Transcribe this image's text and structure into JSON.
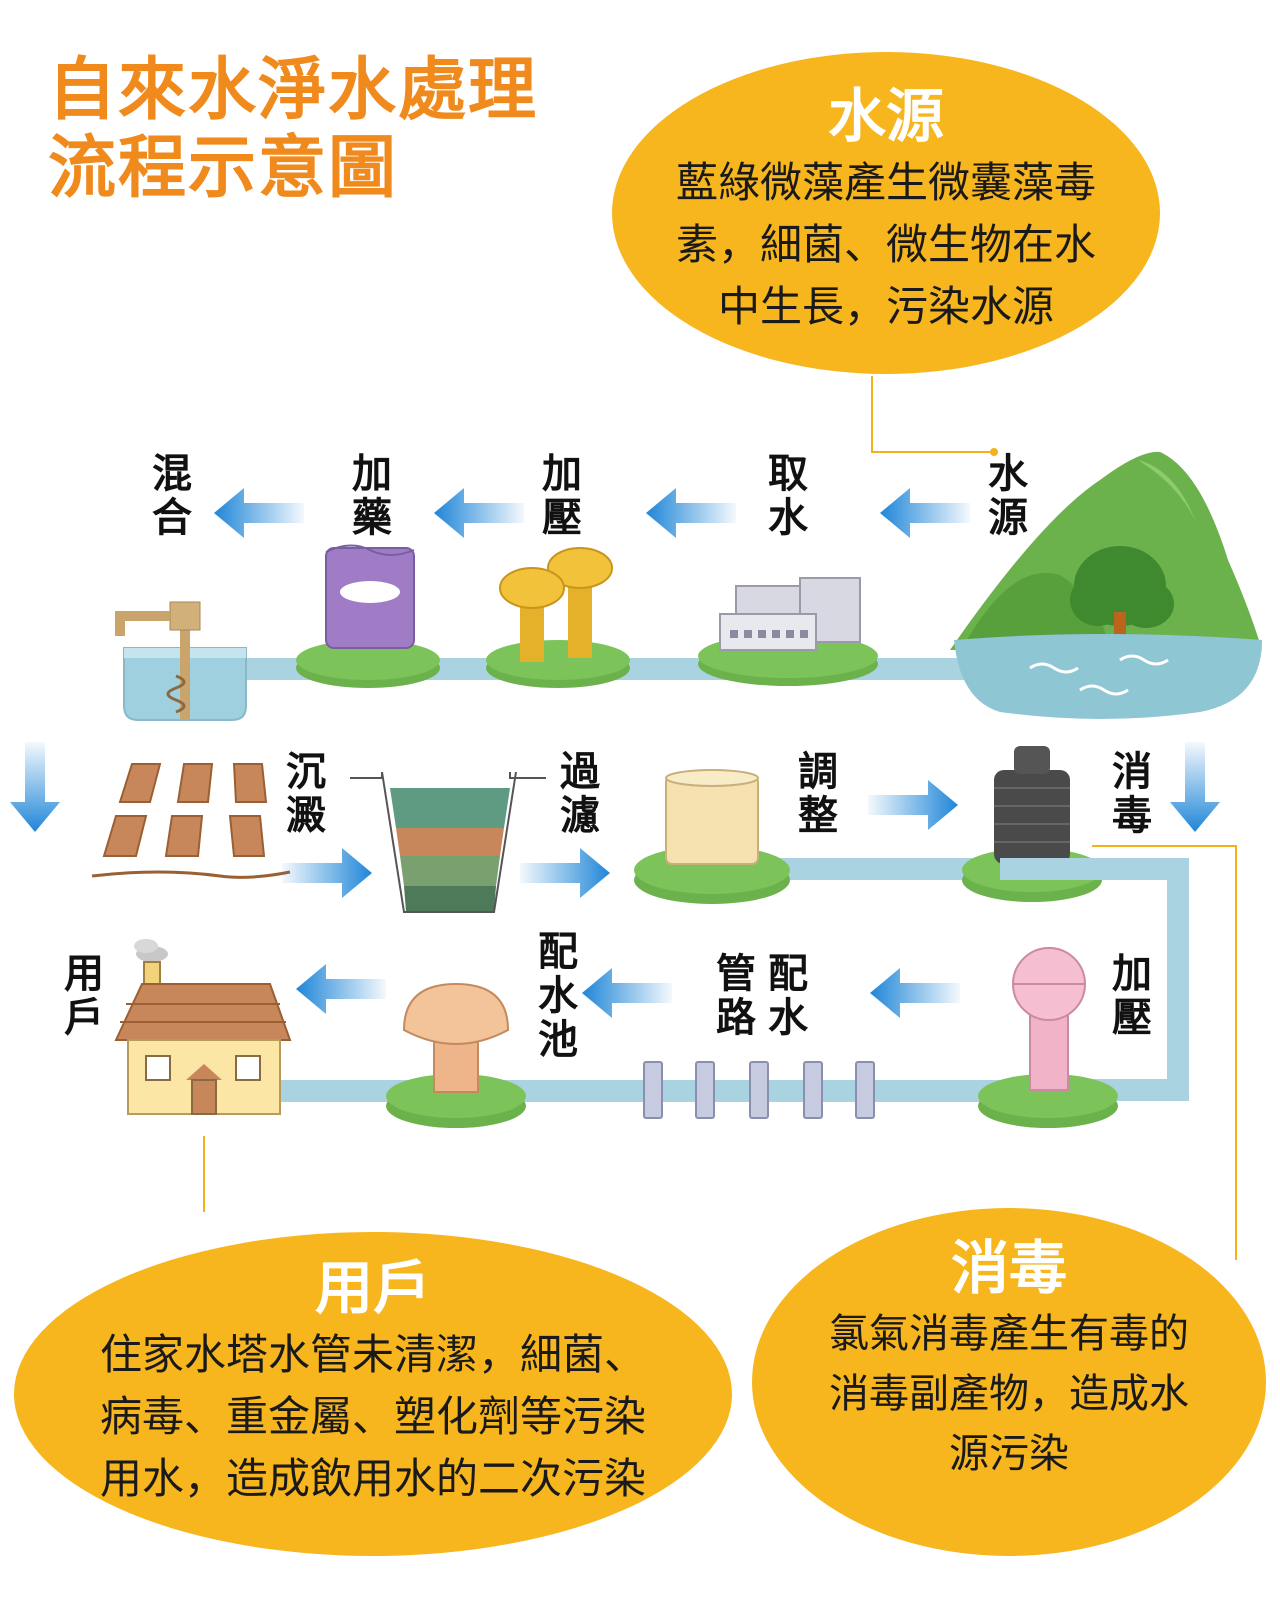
{
  "title": {
    "line1": "自來水淨水處理",
    "line2": "流程示意圖"
  },
  "bubbles": {
    "source": {
      "heading": "水源",
      "lines": [
        "藍綠微藻產生微囊藻毒",
        "素，細菌、微生物在水",
        "中生長，污染水源"
      ]
    },
    "user": {
      "heading": "用戶",
      "lines": [
        "住家水塔水管未清潔，細菌、",
        "病毒、重金屬、塑化劑等污染",
        "用水，造成飲用水的二次污染"
      ]
    },
    "disinfect": {
      "heading": "消毒",
      "lines": [
        "氯氣消毒產生有毒的",
        "消毒副產物，造成水",
        "源污染"
      ]
    }
  },
  "steps": {
    "source": "水源",
    "intake": "取水",
    "pressurize1": "加壓",
    "dosing": "加藥",
    "mixing": "混合",
    "sedimentation": "沉澱",
    "filtration": "過濾",
    "conditioning": "調整",
    "disinfection": "消毒",
    "pressurize2": "加壓",
    "pipeline_col1": "配水",
    "pipeline_col2": "管路",
    "reservoir": "配水池",
    "household": "用戶"
  },
  "colors": {
    "title": "#f08a1c",
    "bubble": "#f7b51e",
    "pipe": "#a9d3e0",
    "arrow": "#2e95dc",
    "base": "#7cc35a",
    "connector": "#f3b11d"
  }
}
